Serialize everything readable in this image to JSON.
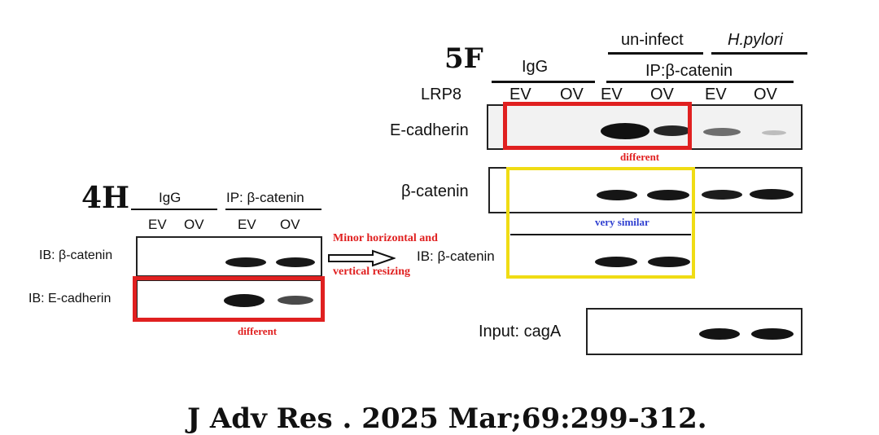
{
  "figure_4h": {
    "panel_label": "4H",
    "groups": {
      "igg": "IgG",
      "ip": "IP: β-catenin"
    },
    "lanes": [
      "EV",
      "OV",
      "EV",
      "OV"
    ],
    "rows": [
      "IB: β-catenin",
      "IB: E-cadherin"
    ],
    "note_different": "different"
  },
  "comparison_arrow": {
    "note_line1": "Minor horizontal and",
    "note_line2": "vertical resizing"
  },
  "figure_5f": {
    "panel_label": "5F",
    "conditions": {
      "uninfect": "un-infect",
      "hpylori": "H.pylori"
    },
    "groups": {
      "igg": "IgG",
      "ip": "IP:β-catenin"
    },
    "lrp8_label": "LRP8",
    "lanes": [
      "EV",
      "OV",
      "EV",
      "OV",
      "EV",
      "OV"
    ],
    "rows": [
      "E-cadherin",
      "β-catenin"
    ],
    "overlay_label": "IB: β-catenin",
    "input_label": "Input: cagA",
    "note_different": "different",
    "note_similar": "very similar"
  },
  "citation": "J Adv Res . 2025 Mar;69:299-312.",
  "colors": {
    "red_box": "#e02020",
    "yellow_box": "#f0dc14",
    "note_red": "#e02020",
    "note_blue": "#3040d0"
  }
}
